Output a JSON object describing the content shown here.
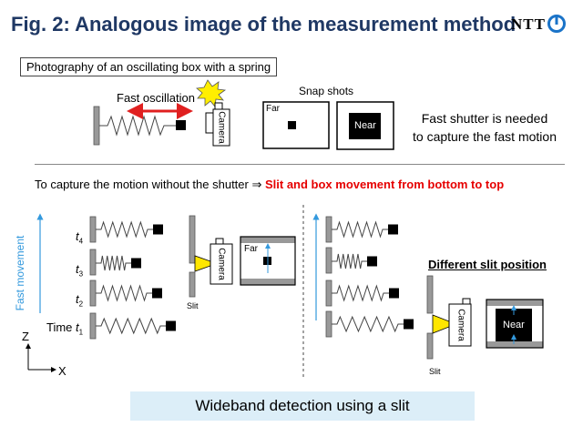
{
  "header": {
    "title": "Fig. 2: Analogous image of the measurement method",
    "logo_text": "NTT"
  },
  "top": {
    "box_label": "Photography of an oscillating box with a spring",
    "fast_oscillation": "Fast oscillation",
    "camera": "Camera",
    "snap_shots": "Snap shots",
    "far": "Far",
    "near": "Near",
    "note_line1": "Fast shutter is needed",
    "note_line2": "to capture the fast motion"
  },
  "middle": {
    "capture_prefix": "To capture the motion without the shutter ⇒ ",
    "capture_highlight": "Slit and box movement from bottom to top"
  },
  "left_panel": {
    "fast_movement": "Fast movement",
    "time_word": "Time",
    "t_letter": "t",
    "t1": "1",
    "t2": "2",
    "t3": "3",
    "t4": "4",
    "axis_z": "Z",
    "axis_x": "X",
    "slit": "Slit",
    "camera": "Camera",
    "far": "Far"
  },
  "right_panel": {
    "different_slit": "Different slit position",
    "slit": "Slit",
    "camera": "Camera",
    "near": "Near"
  },
  "footer": {
    "caption": "Wideband detection using a slit"
  },
  "colors": {
    "title": "#1f3864",
    "highlight_red": "#e60000",
    "arrow_red": "#e02020",
    "blue_arrow": "#3399dd",
    "slit_yellow": "#ffe600",
    "wall_gray": "#999999",
    "caption_bg": "#dceef8",
    "logo_blue": "#1a73c8"
  }
}
